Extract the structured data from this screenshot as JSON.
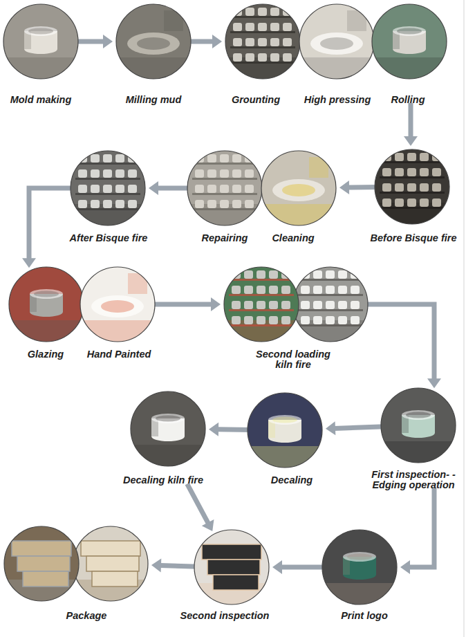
{
  "diagram": {
    "nodes": [
      {
        "text": [
          "Mold making"
        ]
      },
      {
        "text": [
          "Milling mud"
        ]
      },
      {
        "text": [
          "Grounting"
        ]
      },
      {
        "text": [
          "High pressing"
        ]
      },
      {
        "text": [
          "Rolling"
        ]
      },
      {
        "text": [
          "Before Bisque fire"
        ]
      },
      {
        "text": [
          "Repairing"
        ]
      },
      {
        "text": [
          "Cleaning"
        ]
      },
      {
        "text": [
          "After Bisque fire"
        ]
      },
      {
        "text": [
          "Glazing"
        ]
      },
      {
        "text": [
          "Hand Painted"
        ]
      },
      {
        "text": [
          "Second loading kiln fire"
        ]
      },
      {
        "text": [
          "Decaling kiln fire"
        ]
      },
      {
        "text": [
          "Decaling"
        ]
      },
      {
        "text": [
          "First inspection- -Edging operation"
        ]
      },
      {
        "text": [
          "Package"
        ]
      },
      {
        "text": [
          "Second inspection"
        ]
      },
      {
        "text": [
          "Print logo"
        ]
      }
    ],
    "edges": [
      {
        "from": 0,
        "to": 1,
        "arrow": "to"
      },
      {
        "from": 1,
        "to": 2,
        "arrow": "to"
      },
      {
        "from": 4,
        "to": 5,
        "arrow": "to"
      },
      {
        "from": 5,
        "to": 7,
        "arrow": "to"
      },
      {
        "from": 6,
        "to": 8,
        "arrow": "to"
      },
      {
        "from": 8,
        "to": 9,
        "arrow": "to"
      },
      {
        "from": 10,
        "to": 11,
        "arrow": "to"
      },
      {
        "from": 11,
        "to": 14,
        "arrow": "to"
      },
      {
        "from": 14,
        "to": 13,
        "arrow": "to"
      },
      {
        "from": 13,
        "to": 12,
        "arrow": "to"
      },
      {
        "from": 12,
        "to": 16,
        "arrow": "to"
      },
      {
        "from": 14,
        "to": 17,
        "arrow": "to"
      },
      {
        "from": 17,
        "to": 16,
        "arrow": "to"
      },
      {
        "from": 16,
        "to": 15,
        "arrow": "to"
      }
    ]
  }
}
